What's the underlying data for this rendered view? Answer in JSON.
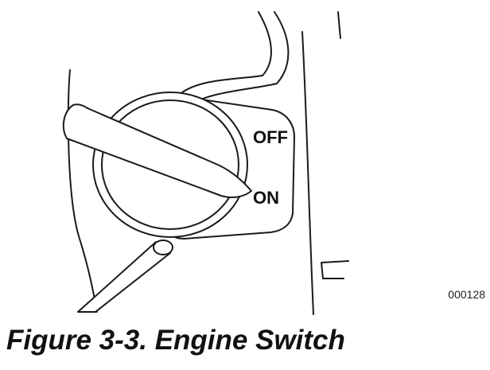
{
  "switch_labels": {
    "off": "OFF",
    "on": "ON"
  },
  "reference_number": "000128",
  "caption": "Figure 3-3. Engine Switch"
}
